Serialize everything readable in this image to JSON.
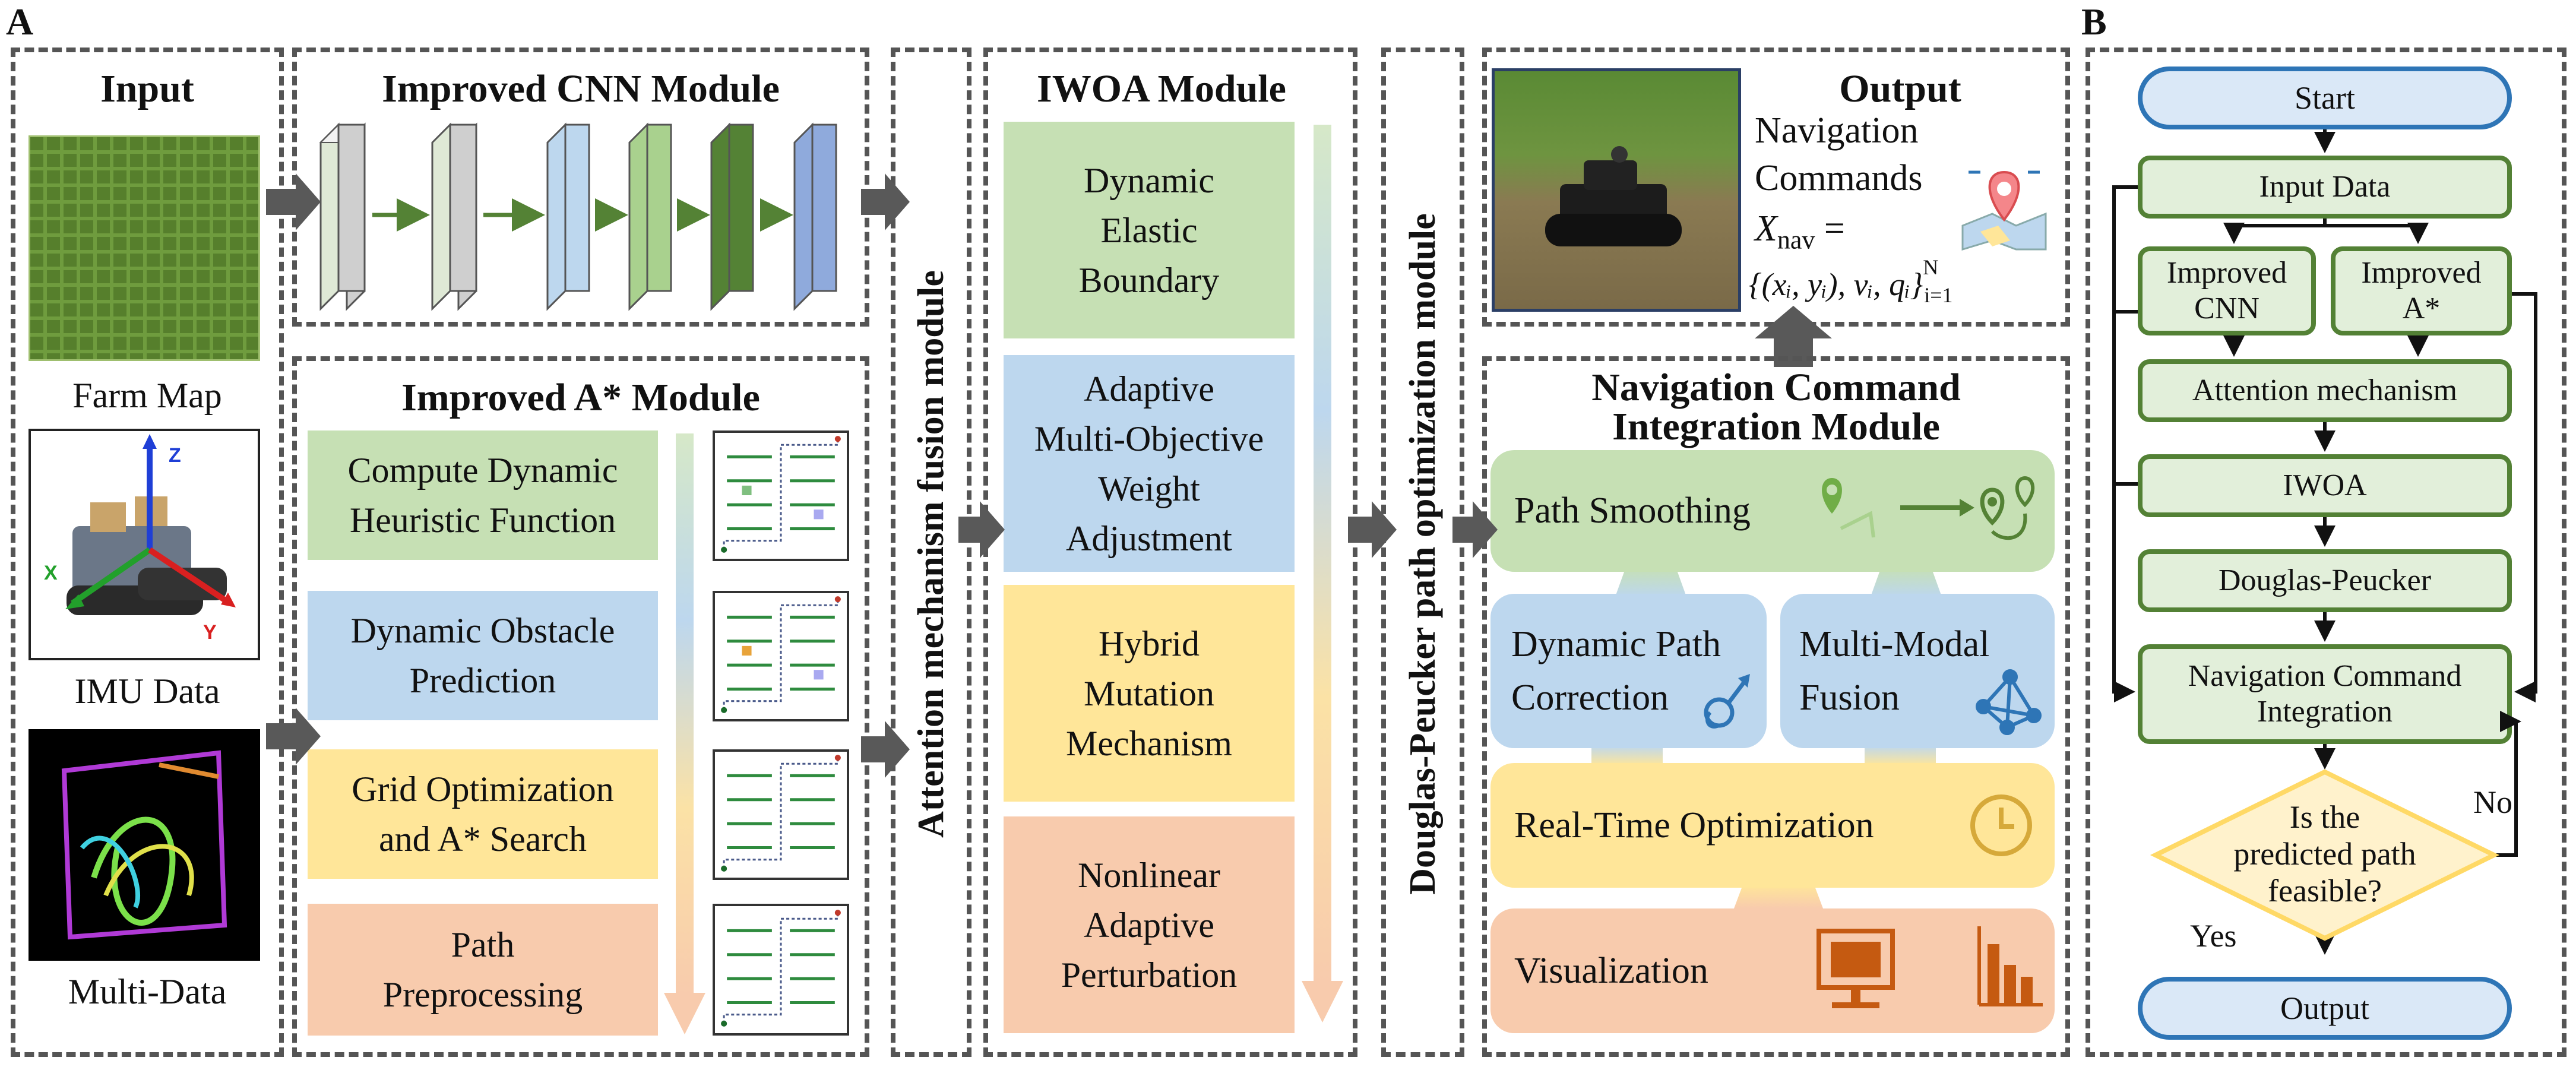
{
  "panel_letters": {
    "a": "A",
    "b": "B"
  },
  "input": {
    "title": "Input",
    "farm_map": "Farm Map",
    "imu_data": "IMU Data",
    "multi_data": "Multi-Data",
    "axis_x": "X",
    "axis_y": "Y",
    "axis_z": "Z"
  },
  "cnn": {
    "title": "Improved CNN Module"
  },
  "astar": {
    "title": "Improved A* Module",
    "steps": [
      "Compute Dynamic|Heuristic Function",
      "Dynamic Obstacle|Prediction",
      "Grid Optimization|and A* Search",
      "Path|Preprocessing"
    ]
  },
  "attention": {
    "title": "Attention mechanism fusion module"
  },
  "iwoa": {
    "title": "IWOA Module",
    "steps": [
      "Dynamic|Elastic|Boundary",
      "Adaptive|Multi-Objective|Weight|Adjustment",
      "Hybrid|Mutation|Mechanism",
      "Nonlinear|Adaptive|Perturbation"
    ]
  },
  "dp": {
    "title": "Douglas-Peucker path optimization module"
  },
  "output": {
    "title": "Output",
    "line1": "Navigation",
    "line2": "Commands",
    "formula_lhs": "X",
    "formula_sub": "nav",
    "formula_eq": "=",
    "formula_rhs": "{(xᵢ, yᵢ), vᵢ, qᵢ}",
    "formula_sup": "N",
    "formula_lim": "i=1"
  },
  "nav": {
    "title_line1": "Navigation Command",
    "title_line2": "Integration Module",
    "path_smoothing": "Path Smoothing",
    "dpc_line1": "Dynamic Path",
    "dpc_line2": "Correction",
    "mmf_line1": "Multi-Modal",
    "mmf_line2": "Fusion",
    "rto": "Real-Time Optimization",
    "vis": "Visualization"
  },
  "flow": {
    "start": "Start",
    "input_data": "Input Data",
    "cnn_line1": "Improved",
    "cnn_line2": "CNN",
    "astar_line1": "Improved",
    "astar_line2": "A*",
    "attention": "Attention mechanism",
    "iwoa": "IWOA",
    "dp": "Douglas-Peucker",
    "nci_line1": "Navigation Command",
    "nci_line2": "Integration",
    "dec_line1": "Is the",
    "dec_line2": "predicted path",
    "dec_line3": "feasible?",
    "no": "No",
    "yes": "Yes",
    "output": "Output"
  },
  "colors": {
    "green": "#c6e0b4",
    "blue": "#bdd7ee",
    "yellow": "#ffe699",
    "orange": "#f8cbad",
    "flow_green": "#538135",
    "flow_blue": "#2e75b6",
    "decision": "#fff2cc",
    "decision_border": "#ffd966"
  }
}
